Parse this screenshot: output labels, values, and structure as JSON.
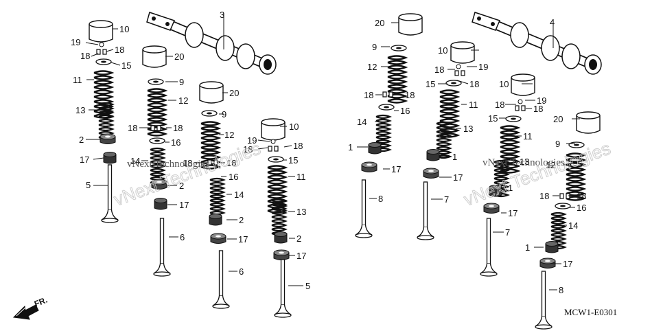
{
  "diagram": {
    "part_code": "MCW1-E0301",
    "front_label": "FR.",
    "watermark": "vNext Technologies",
    "callouts": {
      "c1": "1",
      "c2": "2",
      "c3": "3",
      "c4": "4",
      "c5": "5",
      "c6": "6",
      "c7": "7",
      "c8": "8",
      "c9": "9",
      "c10": "10",
      "c11": "11",
      "c12": "12",
      "c13": "13",
      "c14": "14",
      "c15": "15",
      "c16": "16",
      "c17": "17",
      "c18": "18",
      "c19": "19",
      "c20": "20"
    }
  }
}
